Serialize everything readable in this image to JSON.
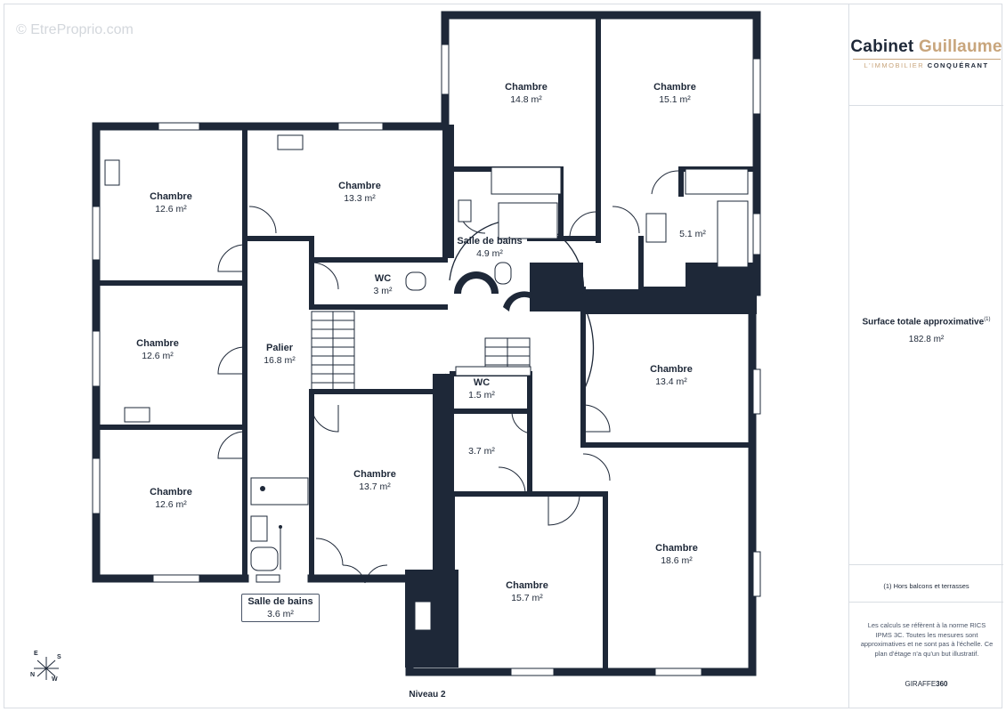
{
  "watermark": "© EtreProprio.com",
  "logo": {
    "name_a": "Cabinet ",
    "name_b": "Guillaume",
    "tagline_a": "L'IMMOBILIER ",
    "tagline_b": "CONQUÉRANT"
  },
  "summary": {
    "total_label": "Surface totale approximative",
    "total_footnote": "(1)",
    "total_value": "182.8 m²",
    "note": "(1) Hors balcons et terrasses",
    "disclaimer": "Les calculs se réfèrent à la norme RICS IPMS 3C. Toutes les mesures sont approximatives et ne sont pas à l'échelle. Ce plan d'étage n'a qu'un but illustratif.",
    "brand_a": "GIRAFFE",
    "brand_b": "360"
  },
  "level_label": "Niveau 2",
  "compass": {
    "e": "E",
    "s": "S",
    "n": "N",
    "w": "W"
  },
  "rooms": [
    {
      "name": "Chambre",
      "area": "14.8 m²"
    },
    {
      "name": "Chambre",
      "area": "15.1 m²"
    },
    {
      "name": "Chambre",
      "area": "12.6 m²"
    },
    {
      "name": "Chambre",
      "area": "13.3 m²"
    },
    {
      "name": "Salle de bains",
      "area": "4.9 m²"
    },
    {
      "name": "",
      "area": "5.1 m²"
    },
    {
      "name": "WC",
      "area": "3 m²"
    },
    {
      "name": "Chambre",
      "area": "12.6 m²"
    },
    {
      "name": "Palier",
      "area": "16.8 m²"
    },
    {
      "name": "Chambre",
      "area": "13.4 m²"
    },
    {
      "name": "WC",
      "area": "1.5 m²"
    },
    {
      "name": "",
      "area": "3.7 m²"
    },
    {
      "name": "Chambre",
      "area": "13.7 m²"
    },
    {
      "name": "Chambre",
      "area": "12.6 m²"
    },
    {
      "name": "Chambre",
      "area": "18.6 m²"
    },
    {
      "name": "Chambre",
      "area": "15.7 m²"
    },
    {
      "name": "Salle de bains",
      "area": "3.6 m²"
    }
  ],
  "colors": {
    "wall": "#1e2838",
    "accent": "#c8a57c"
  }
}
